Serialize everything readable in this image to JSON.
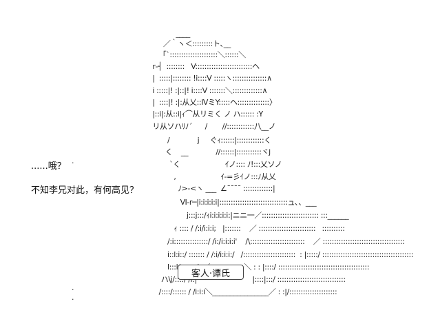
{
  "ascii_art": {
    "lines": [
      "                         ____",
      "                   ／｀ヽ＜:::::::::ト､__",
      "                 「`:::::::::::::::::::::＼::::::＼",
      "              r‐┤  ::::::::   V:::::::::::::::::::::::::ヘ",
      "              |  :::::|:::::::: !i::::V :::::ヽ:::::::::::::::∧",
      "              i :::::|! :|::|! i::::V :::::::＼:::::::::::::∧",
      "              |  ::::|! :|:从乂::ⅣミY:::::ヘ::::::::::::::〉",
      "              |::i|:从::i|ｨ⌒从リミく ノ ハ:::::: :Y",
      "              リ从ソハﾘﾉ´      /       //::::::::::::八__ノ",
      "                     /             j     ぐｨ::::::|::::::::::::く",
      "                    く    __             //::::::|:::::::::::ヾj",
      "                      `く                     ｲノ:::: ﾉ!:::乂ソノ",
      "                        ,                     ｲ‐=彡ｲノ:::ﾉ从乂",
      "                          ﾉ>‐<ヽ ___  ∠¯¯¯¯ :::::::::::::|",
      "                           Ⅵ‐r─|i:i:i:i:i|::::::::::::::::::::::::::::::ュ､、___",
      "                              j:::j:::/ｨi:i:i:i:i:|ニニ一／::::::::::::::::::::::::: :::______",
      "                        ｨ :::: / /:i/i:i:i;   |:::::::    ／ :::::::::::::::::::::::::   ::::::::::",
      "                     /:i:::::::::::::::/ /i:/i:i:i:i'    /\\::::::::::::::::::::::::    ／ ::::::::::::::::::::::::::::::::::::",
      "                     i::l:i::/ ::::::: / /:i/i:i:i:/   /:::::::::::::::::::::::  : |:::::/ ::::::::::::::::::::::::::::::::::::::::",
      "                     l:::l/:::::::/  ／                ＼ : : |::::/ ::::::::::::::::::::::::::::::::::::::::",
      "                  ハ\\j/::::/ /i:|                          |::::|:::/ ::::::::::::::::::::::::::::::",
      "                 /::::/:::::: / /i:i:i＼________________／ : :|/:::::::::::::::::::::"
    ],
    "stray_marks": [
      ".",
      ".",
      "."
    ]
  },
  "dialogue": [
    "......哦？",
    "不知李兄对此，有何高见？"
  ],
  "nameplate": {
    "label": "客人·谭氏"
  }
}
